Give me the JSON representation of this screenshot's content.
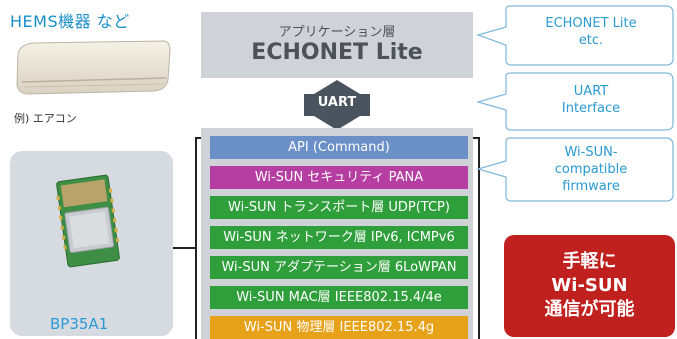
{
  "left": {
    "title": "HEMS機器 など",
    "ac_caption": "例) エアコン",
    "module_label": "BP35A1"
  },
  "app_layer": {
    "subtitle": "アプリケーション層",
    "title": "ECHONET Lite"
  },
  "uart": {
    "label": "UART"
  },
  "stack": [
    {
      "label": "API (Command)",
      "color": "#6b8fc7"
    },
    {
      "label": "Wi-SUN セキュリティ PANA",
      "color": "#b63ea3"
    },
    {
      "label": "Wi-SUN トランスポート層 UDP(TCP)",
      "color": "#2f9f3b"
    },
    {
      "label": "Wi-SUN ネットワーク層 IPv6, ICMPv6",
      "color": "#2f9f3b"
    },
    {
      "label": "Wi-SUN アダプテーション層 6LoWPAN",
      "color": "#2f9f3b"
    },
    {
      "label": "Wi-SUN MAC層 IEEE802.15.4/4e",
      "color": "#2f9f3b"
    },
    {
      "label": "Wi-SUN 物理層 IEEE802.15.4g",
      "color": "#e8a21a"
    }
  ],
  "callouts": [
    {
      "line1": "ECHONET Lite",
      "line2": "etc."
    },
    {
      "line1": "UART",
      "line2": "Interface"
    },
    {
      "line1": "Wi-SUN-",
      "line2": "compatible",
      "line3": "firmware"
    }
  ],
  "badge": {
    "line1": "手軽に",
    "line2": "Wi-SUN",
    "line3": "通信が可能"
  }
}
